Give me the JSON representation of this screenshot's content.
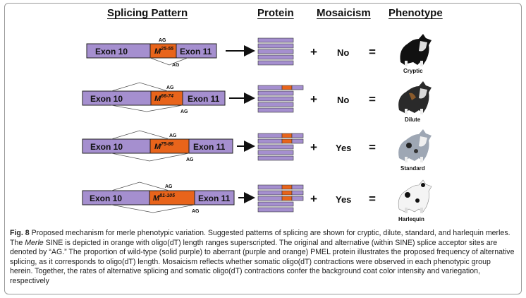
{
  "headers": {
    "splicing": "Splicing Pattern",
    "protein": "Protein",
    "mosaicism": "Mosaicism",
    "phenotype": "Phenotype"
  },
  "exons": {
    "left": "Exon 10",
    "right": "Exon 11"
  },
  "ag_label": "AG",
  "plus_sign": "+",
  "equals_sign": "=",
  "rows": [
    {
      "m_label": "M",
      "m_sup": "25-55",
      "mosaicism": "No",
      "phenotype": "Cryptic"
    },
    {
      "m_label": "M",
      "m_sup": "66-74",
      "mosaicism": "No",
      "phenotype": "Dilute"
    },
    {
      "m_label": "M",
      "m_sup": "75-86",
      "mosaicism": "Yes",
      "phenotype": "Standard"
    },
    {
      "m_label": "M",
      "m_sup": "81-105",
      "mosaicism": "Yes",
      "phenotype": "Harlequin"
    }
  ],
  "caption": {
    "fig_label": "Fig. 8",
    "part1": " Proposed mechanism for merle phenotypic variation. Suggested patterns of splicing are shown for cryptic, dilute, standard, and harlequin merles. The ",
    "merle_italic": "Merle",
    "part2": " SINE is depicted in orange with oligo(dT) length ranges superscripted. The original and alternative (within SINE) splice acceptor sites are denoted by “AG.” The proportion of wild-type (solid purple) to aberrant (purple and orange) PMEL protein illustrates the proposed frequency of alternative splicing, as it corresponds to oligo(dT) length. Mosaicism reflects whether somatic oligo(dT) contractions were observed in each phenotypic group herein. Together, the rates of alternative splicing and somatic oligo(dT) contractions confer the background coat color intensity and variegation, respectively"
  },
  "colors": {
    "purple": "#a58fcf",
    "orange": "#e8641b",
    "outline": "#222222"
  }
}
